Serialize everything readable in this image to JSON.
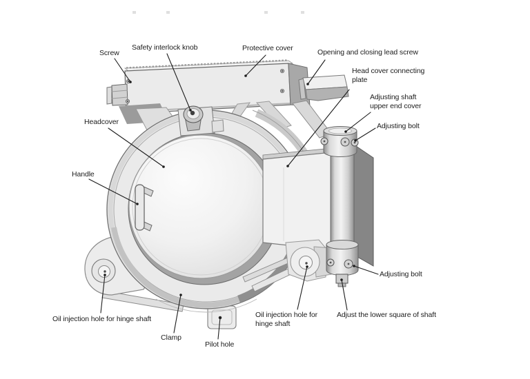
{
  "figure": {
    "kind": "technical-parts-diagram",
    "background_color": "#ffffff",
    "line_color": "#1c1c1c",
    "metal_light": "#ececec",
    "metal_mid": "#c9c9c9",
    "metal_dark": "#868686"
  },
  "labels": [
    {
      "id": "screw",
      "text": "Screw"
    },
    {
      "id": "safety-interlock-knob",
      "text": "Safety interlock knob"
    },
    {
      "id": "protective-cover",
      "text": "Protective cover"
    },
    {
      "id": "opening-closing-lead-screw",
      "text": "Opening and closing lead screw"
    },
    {
      "id": "head-cover-connecting-plate",
      "text": "Head cover connecting plate"
    },
    {
      "id": "adjusting-shaft-upper-end-cover",
      "text": "Adjusting shaft upper end cover"
    },
    {
      "id": "adjusting-bolt-upper",
      "text": "Adjusting bolt"
    },
    {
      "id": "headcover",
      "text": "Headcover"
    },
    {
      "id": "handle",
      "text": "Handle"
    },
    {
      "id": "adjusting-bolt-lower",
      "text": "Adjusting bolt"
    },
    {
      "id": "oil-injection-hole-left",
      "text": "Oil injection hole for hinge shaft"
    },
    {
      "id": "clamp",
      "text": "Clamp"
    },
    {
      "id": "pilot-hole",
      "text": "Pilot hole"
    },
    {
      "id": "oil-injection-hole-right",
      "text": "Oil injection hole for hinge shaft"
    },
    {
      "id": "adjust-lower-square-of-shaft",
      "text": "Adjust the lower square of shaft"
    }
  ]
}
